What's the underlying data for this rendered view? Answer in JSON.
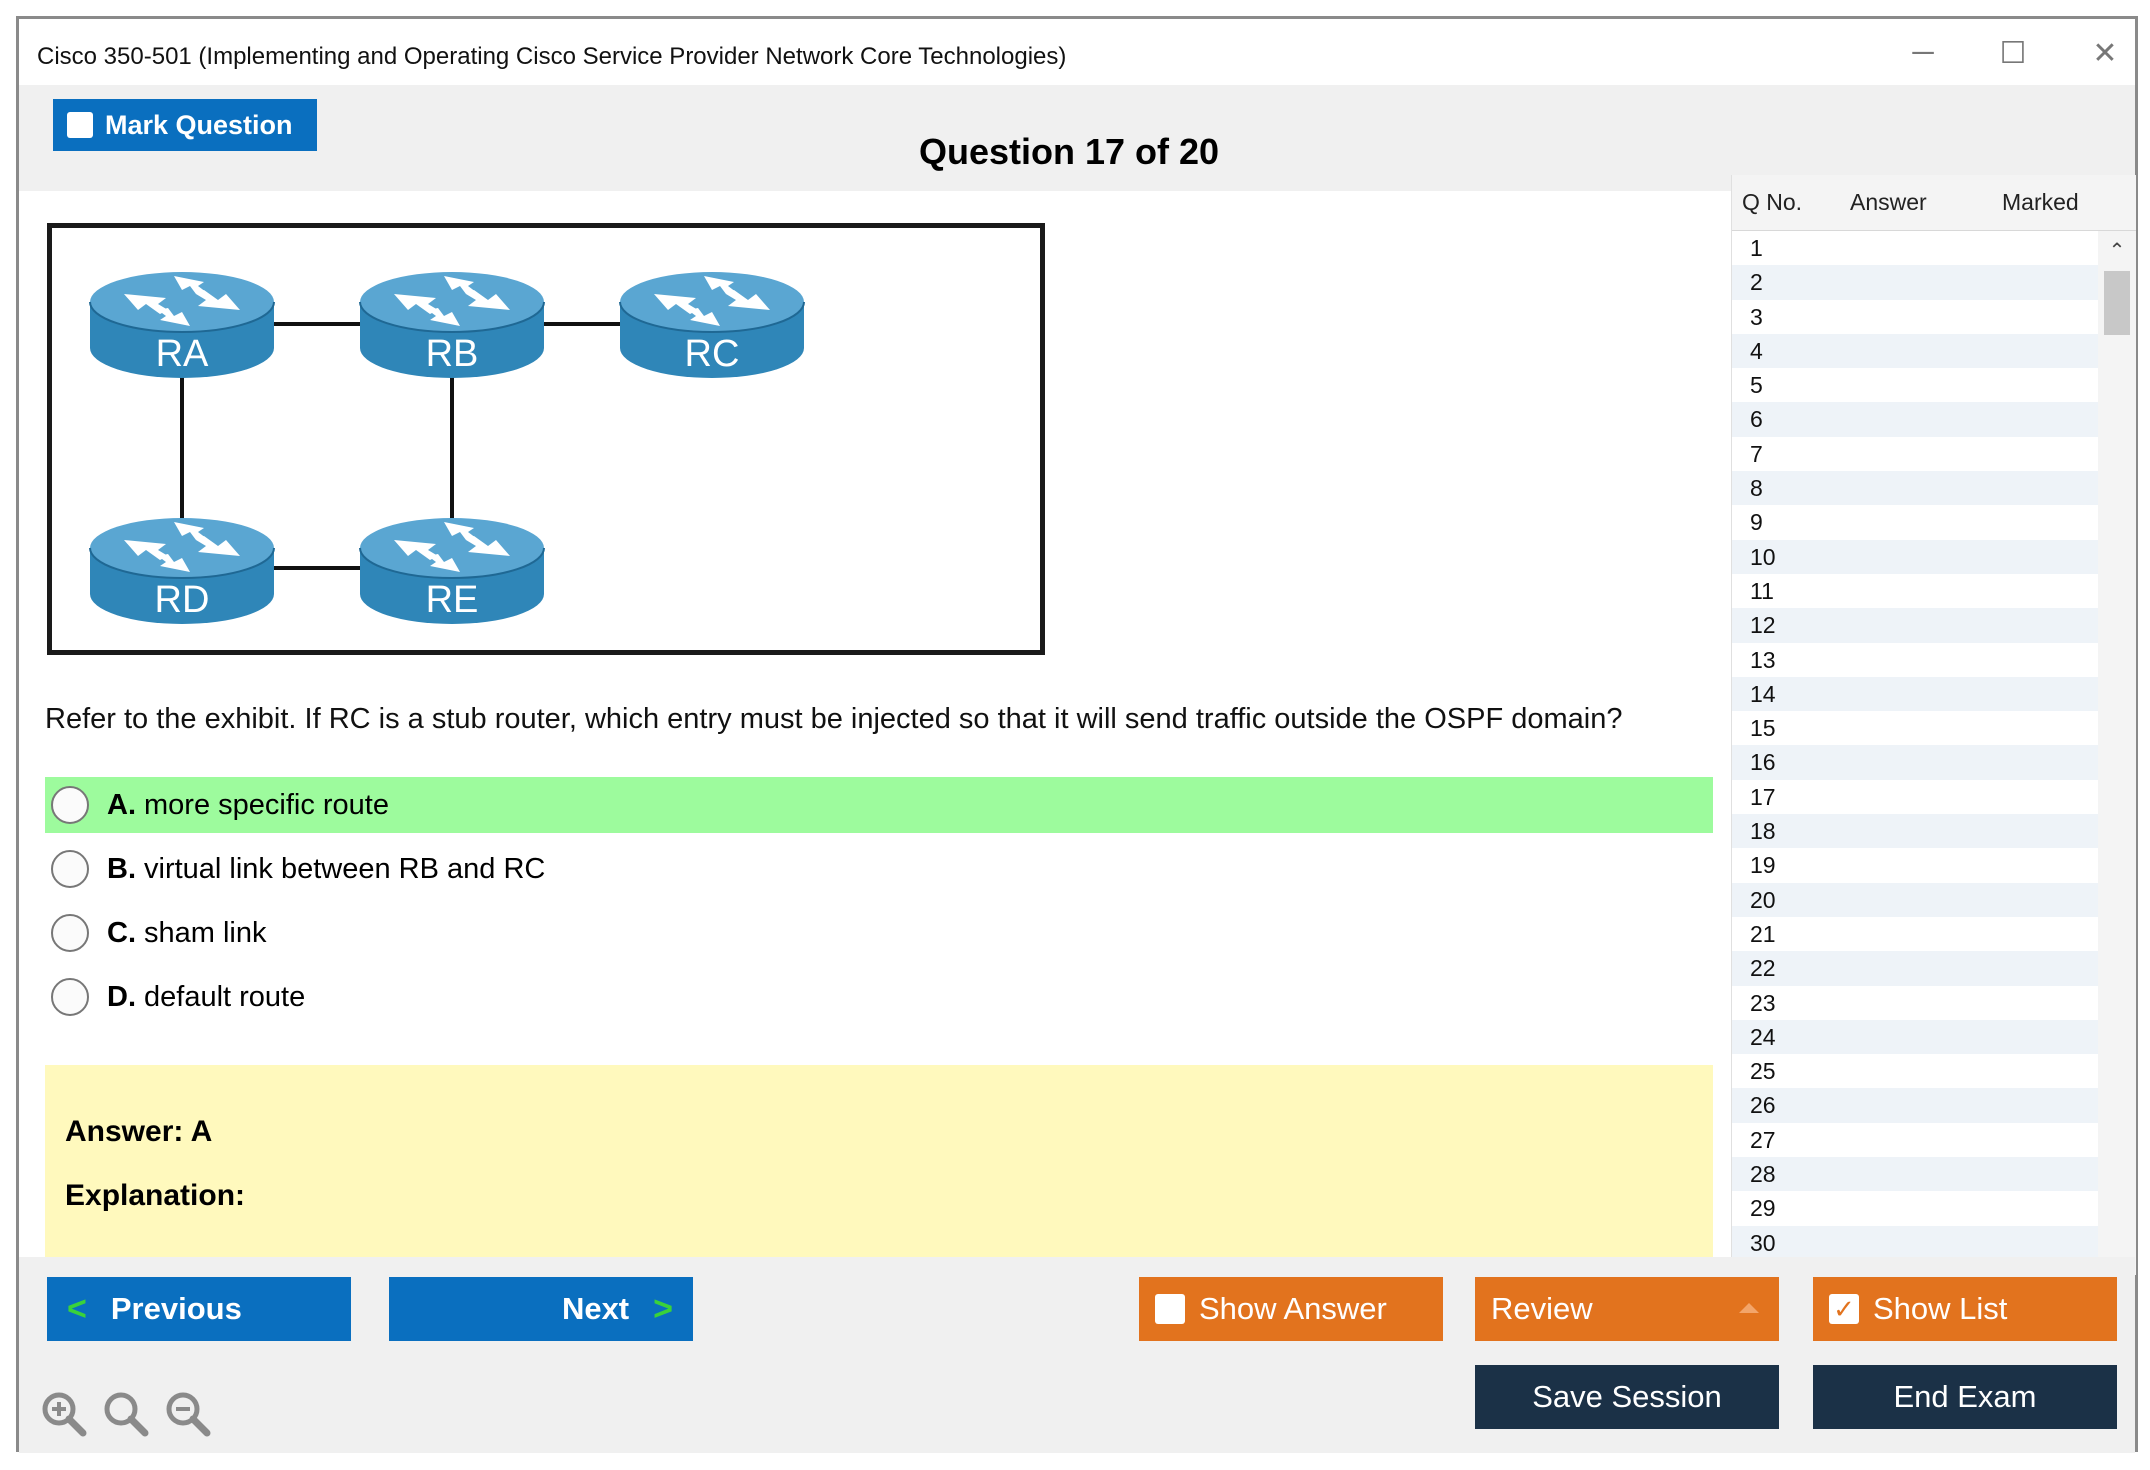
{
  "window": {
    "title": "Cisco 350-501 (Implementing and Operating Cisco Service Provider Network Core Technologies)",
    "controls": {
      "minimize": "─",
      "maximize": "☐",
      "close": "✕"
    }
  },
  "header": {
    "mark_label": "Mark Question",
    "question_title": "Question 17 of 20"
  },
  "exhibit": {
    "routers": [
      "RA",
      "RB",
      "RC",
      "RD",
      "RE"
    ]
  },
  "question": {
    "text": "Refer to the exhibit. If RC is a stub router, which entry must be injected so that it will send traffic outside the OSPF domain?",
    "options": [
      {
        "letter": "A.",
        "text": "more specific route",
        "correct": true
      },
      {
        "letter": "B.",
        "text": "virtual link between RB and RC",
        "correct": false
      },
      {
        "letter": "C.",
        "text": "sham link",
        "correct": false
      },
      {
        "letter": "D.",
        "text": "default route",
        "correct": false
      }
    ]
  },
  "answer": {
    "answer_label": "Answer: A",
    "explanation_label": "Explanation:"
  },
  "question_list": {
    "headers": {
      "qno": "Q No.",
      "answer": "Answer",
      "marked": "Marked"
    },
    "rows": [
      "1",
      "2",
      "3",
      "4",
      "5",
      "6",
      "7",
      "8",
      "9",
      "10",
      "11",
      "12",
      "13",
      "14",
      "15",
      "16",
      "17",
      "18",
      "19",
      "20",
      "21",
      "22",
      "23",
      "24",
      "25",
      "26",
      "27",
      "28",
      "29",
      "30"
    ]
  },
  "footer": {
    "previous": "Previous",
    "next": "Next",
    "show_answer": "Show Answer",
    "review": "Review",
    "show_list": "Show List",
    "save_session": "Save Session",
    "end_exam": "End Exam"
  },
  "colors": {
    "accent_blue": "#0a6fbf",
    "accent_orange": "#e2731e",
    "navy": "#1b3147",
    "correct_green": "#9dfb9d",
    "answer_yellow": "#fff9bd",
    "router_blue": "#2f86b8"
  },
  "icons": {
    "zoom_in": "zoom-in-icon",
    "zoom_reset": "zoom-reset-icon",
    "zoom_out": "zoom-out-icon"
  }
}
